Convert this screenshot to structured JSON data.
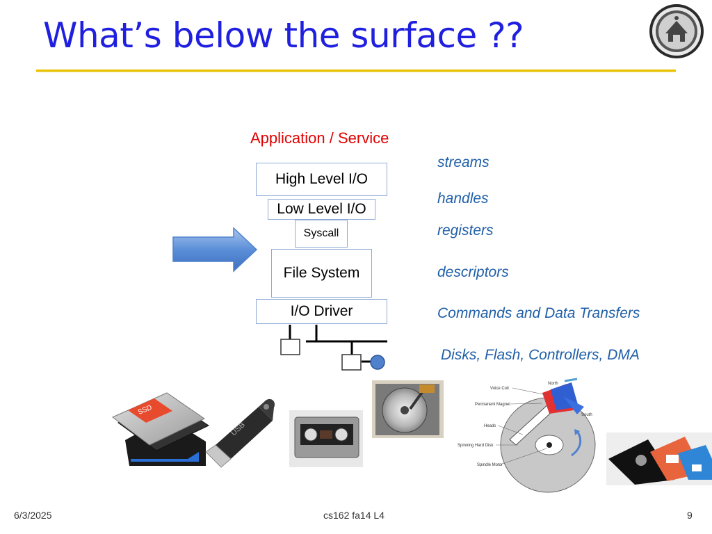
{
  "slide": {
    "title": "What’s below the surface ??",
    "app_label": "Application / Service",
    "layers": {
      "high_level_io": "High Level I/O",
      "low_level_io": "Low Level I/O",
      "syscall": "Syscall",
      "file_system": "File System",
      "io_driver": "I/O Driver"
    },
    "side_labels": {
      "streams": "streams",
      "handles": "handles",
      "registers": "registers",
      "descriptors": "descriptors",
      "commands": "Commands and Data Transfers",
      "devices": "Disks, Flash, Controllers, DMA"
    },
    "disk_diagram_labels": {
      "voice_coil": "Voice Coil",
      "north": "North",
      "permanent_magnet": "Permanent Magnet",
      "south": "South",
      "heads": "Heads",
      "spinning_hard_disk": "Spinning Hard Disk",
      "spindle_motor": "Spindle Motor"
    },
    "ssd_label": "SSD",
    "usb_label": "USB"
  },
  "colors": {
    "title": "#1f1fe0",
    "rule": "#e6c200",
    "app_label": "#e00000",
    "side_labels": "#1f5fa8",
    "layer_border": "#8fa9d6",
    "arrow": "#4f81cc"
  },
  "footer": {
    "date": "6/3/2025",
    "course": "cs162 fa14 L4",
    "page": "9"
  }
}
